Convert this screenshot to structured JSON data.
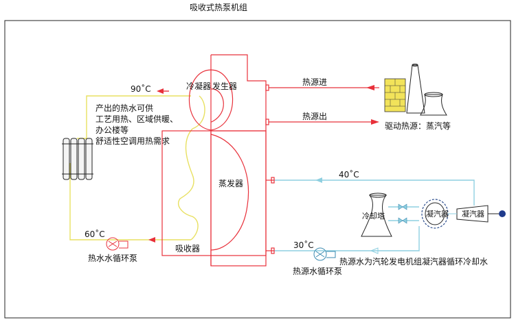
{
  "title": "吸收式热泵机组",
  "units": {
    "generator": "发生器",
    "condenser": "冷凝器",
    "evaporator": "蒸发器",
    "absorber": "吸收器"
  },
  "hot_water": {
    "supply_temp": "90˚C",
    "return_temp": "60˚C",
    "pump_label": "热水水循环泵",
    "usage_lines": [
      "产出的热水可供",
      "工艺用热、区域供暖、",
      "办公楼等",
      "舒适性空调用热需求"
    ]
  },
  "drive_heat": {
    "in_label": "热源进",
    "out_label": "热源出",
    "source_label": "驱动热源：蒸汽等"
  },
  "heat_source_water": {
    "supply_temp": "40˚C",
    "return_temp": "30˚C",
    "pump_label": "热源水循环泵",
    "note": "热源水为汽轮发电机组凝汽器循环冷却水"
  },
  "cooling": {
    "tower_label": "冷却塔",
    "condenser_label": "凝汽器",
    "condenser2_label": "凝汽器"
  },
  "colors": {
    "red": "#e8303a",
    "yellow": "#e8e060",
    "cyan": "#8ecfe0",
    "frame": "#222222"
  }
}
